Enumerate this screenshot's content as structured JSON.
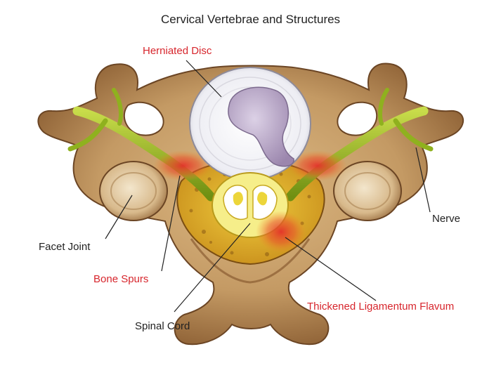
{
  "title": "Cervical Vertebrae and Structures",
  "colors": {
    "bone": "#c49a64",
    "bone_dark": "#6b4524",
    "bone_light": "#e6cfa6",
    "disc": "#f4f4f8",
    "nucleus": "#b6a3c6",
    "nerve": "#9fbf24",
    "canal": "#e3b52a",
    "cord": "#f2e45a",
    "inflammation": "#e3312a",
    "label_black": "#222222",
    "label_red": "#d7262d"
  },
  "labels": {
    "herniated_disc": "Herniated Disc",
    "nerve": "Nerve",
    "facet_joint": "Facet Joint",
    "bone_spurs": "Bone Spurs",
    "spinal_cord": "Spinal Cord",
    "thickened_ligamentum_flavum": "Thickened Ligamentum Flavum"
  }
}
